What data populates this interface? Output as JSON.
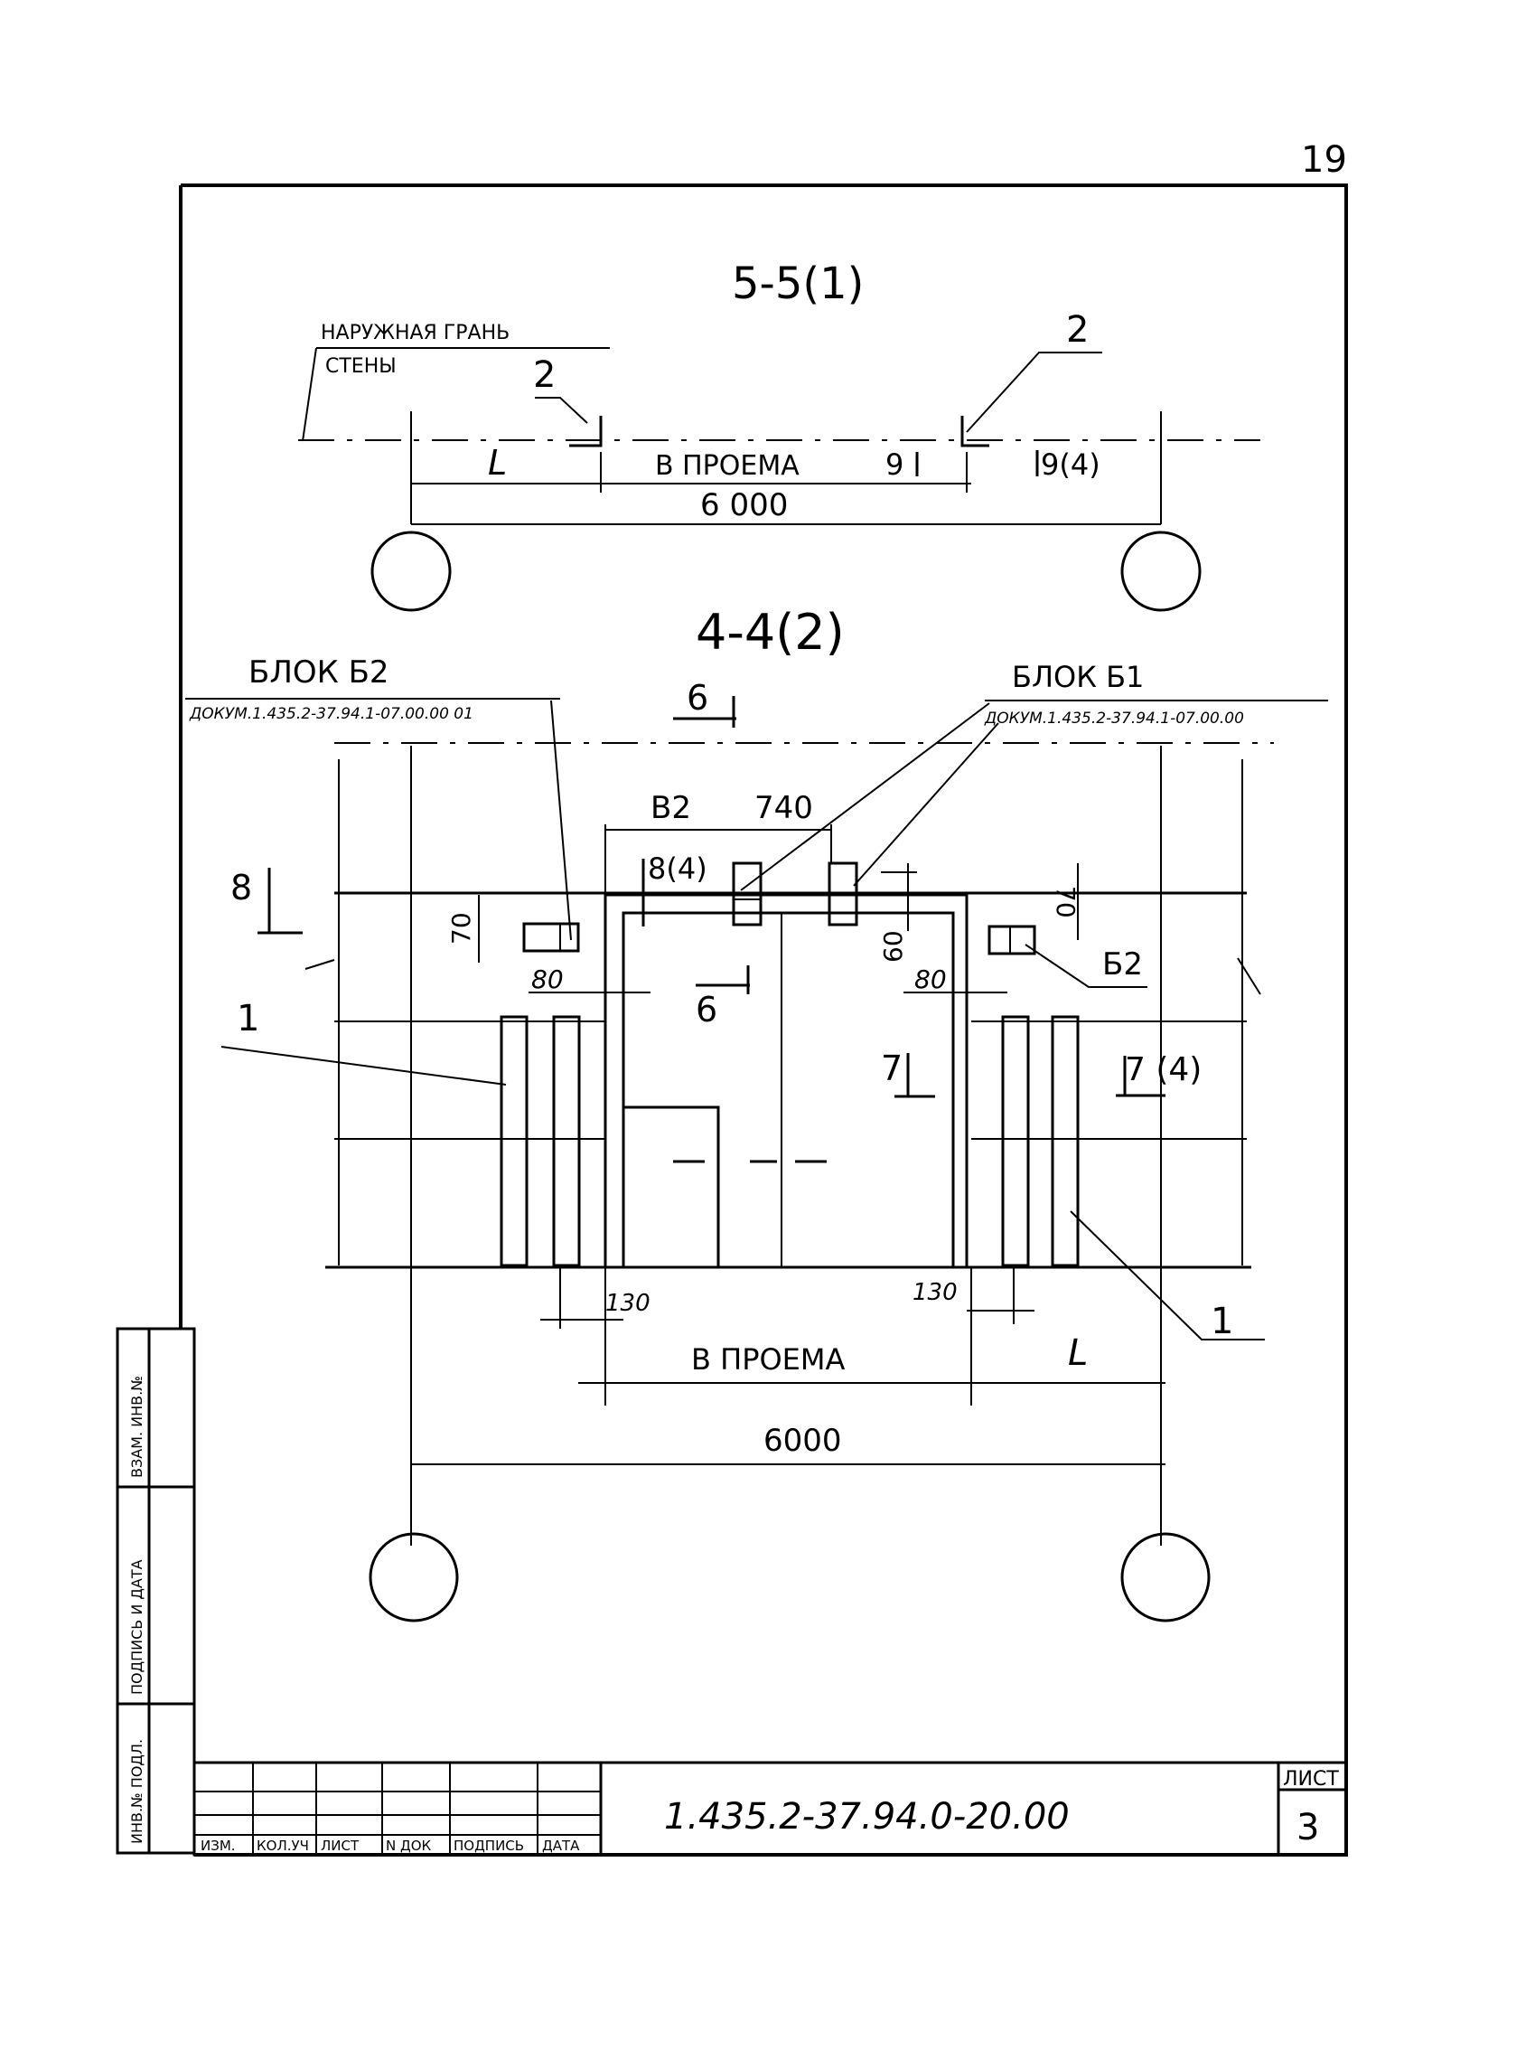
{
  "sheet": {
    "page_number": "19",
    "section_top": "5-5(1)",
    "section_bottom": "4-4(2)"
  },
  "top_section": {
    "wall_face_label_line1": "НАРУЖНАЯ ГРАНЬ",
    "wall_face_label_line2": "СТЕНЫ",
    "callout_left": "2",
    "callout_right": "2",
    "dim_L": "L",
    "dim_opening": "В ПРОЕМА",
    "section_mark_9": "9",
    "section_mark_9_4": "9(4)",
    "dim_total": "6 000"
  },
  "bottom_section": {
    "block_b2_title": "БЛОК Б2",
    "block_b2_doc": "ДОКУМ.1.435.2-37.94.1-07.00.00 01",
    "block_b1_title": "БЛОК Б1",
    "block_b1_doc": "ДОКУМ.1.435.2-37.94.1-07.00.00",
    "section_6_top": "6",
    "section_6_mid": "6",
    "section_8": "8",
    "section_7": "7",
    "section_7_4": "7 (4)",
    "section_8_4": "8(4)",
    "dim_B2": "В2",
    "dim_740": "740",
    "dim_70_left": "70",
    "dim_70_right": "70",
    "dim_60": "60",
    "dim_80_left": "80",
    "dim_80_right": "80",
    "label_B2_right": "Б2",
    "callout_1_left": "1",
    "callout_1_right": "1",
    "dim_130_left": "130",
    "dim_130_right": "130",
    "dim_opening": "В ПРОЕМА",
    "dim_L": "L",
    "dim_total": "6000"
  },
  "side_stamp": {
    "col1": "ВЗАМ. ИНВ.№",
    "col2": "ПОДПИСЬ И ДАТА",
    "col3": "ИНВ.№ ПОДЛ."
  },
  "title_block": {
    "doc_code": "1.435.2-37.94.0-20.00",
    "sheet_label": "ЛИСТ",
    "sheet_number": "3",
    "col_izm": "ИЗМ.",
    "col_koluch": "КОЛ.УЧ",
    "col_list": "ЛИСТ",
    "col_ndok": "N ДОК",
    "col_podpis": "ПОДПИСЬ",
    "col_data": "ДАТА"
  }
}
